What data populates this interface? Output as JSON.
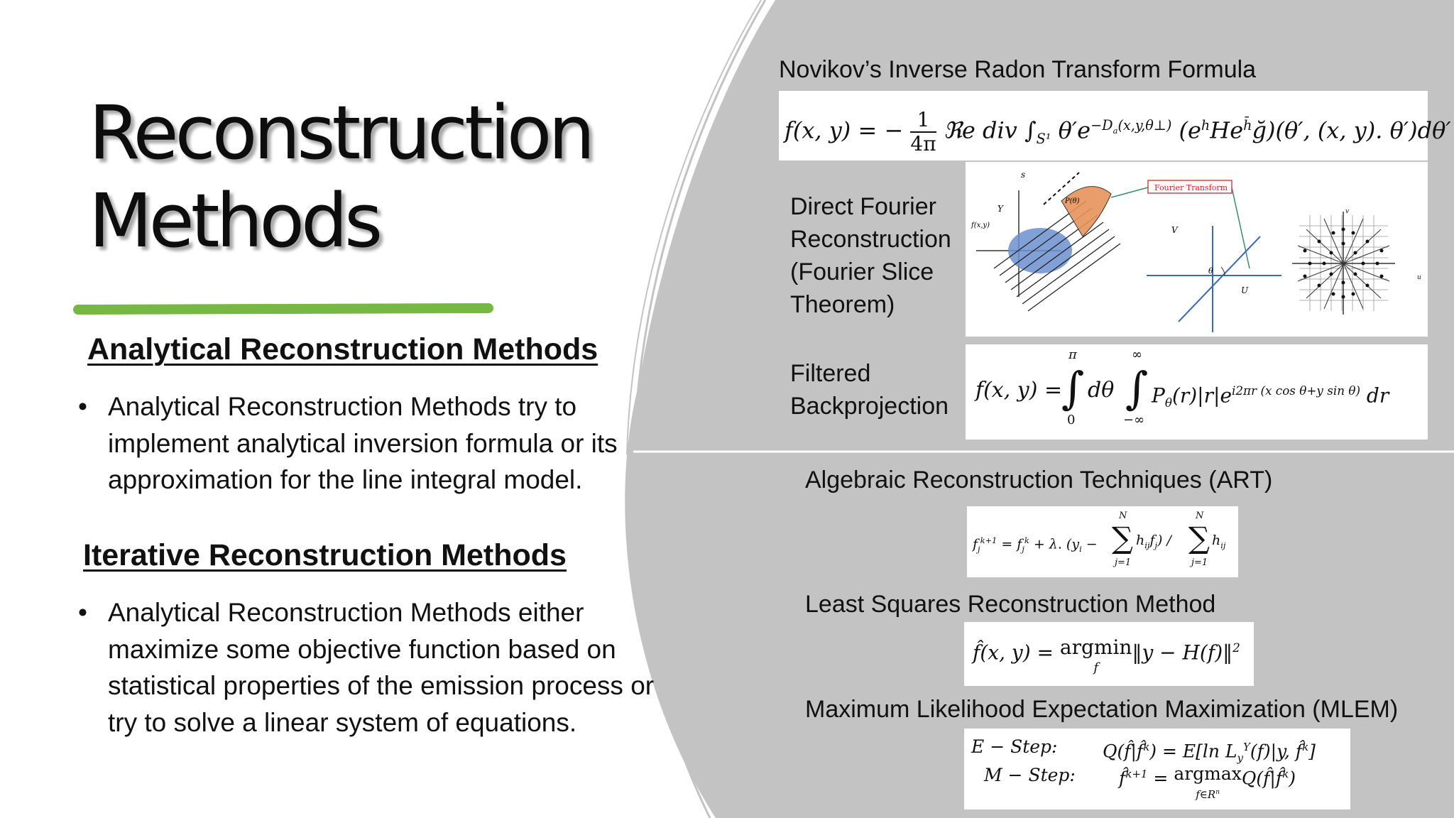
{
  "slide": {
    "title_lines": [
      "Reconstruction",
      "Methods"
    ],
    "accent_color": "#77b844",
    "panel_color": "#c3c3c3"
  },
  "analytical": {
    "heading": "Analytical Reconstruction Methods",
    "bullet": "Analytical Reconstruction Methods try to implement analytical inversion formula or its approximation for the line integral model."
  },
  "iterative": {
    "heading": "Iterative Reconstruction Methods",
    "bullet": "Analytical Reconstruction Methods either maximize some objective function based on statistical properties of the emission process or try to solve a linear system of equations."
  },
  "right": {
    "novikov": {
      "label": "Novikov’s Inverse Radon Transform Formula",
      "lhs": "f(x, y) = −",
      "frac_num": "1",
      "frac_den": "4π",
      "body": "ℜe div ∫",
      "sub": "S¹",
      "rest": "θ′e",
      "exp": "−D",
      "exp2": "a",
      "exp3": "(x,y,θ⊥)",
      "tail": "(e",
      "tail_sup": "h",
      "tail2": "He",
      "tail2_sup": "h̄",
      "tail3": "ğ)(θ′, (x, y). θ′)dθ′"
    },
    "fourier": {
      "label_lines": [
        "Direct Fourier",
        "Reconstruction",
        "(Fourier Slice",
        "Theorem)"
      ],
      "diagram": {
        "fourier_transform": "Fourier Transform",
        "s": "s",
        "y": "Y",
        "fxy": "f(x,y)",
        "pd": "P(θ)",
        "v": "V",
        "u_cap": "U",
        "theta": "θ",
        "v_small": "v",
        "u_small": "u"
      }
    },
    "fbp": {
      "label_lines": [
        "Filtered",
        "Backprojection"
      ],
      "lhs": "f(x, y) =",
      "int1_top": "π",
      "int1_bot": "0",
      "d_theta": "dθ",
      "int2_top": "∞",
      "int2_bot": "−∞",
      "integrand": "P",
      "integrand_sub": "θ",
      "integrand_rest": "(r)|r|e",
      "exp": "i2πr (x cos θ+y sin θ)",
      "dr": "dr"
    },
    "art": {
      "label": "Algebraic Reconstruction Techniques (ART)",
      "lhs": "f",
      "lhs_sub": "j",
      "lhs_sup": "k+1",
      "eq": "= f",
      "rhs_sub": "j",
      "rhs_sup": "k",
      "mid": "+ λ. (y",
      "mid_sub": "i",
      "minus": "−",
      "sum_top": "N",
      "sum_bot": "j=1",
      "term": "h",
      "term_sub": "ij",
      "term2": "f",
      "term2_sub": "j",
      "close": ") /",
      "sum2_top": "N",
      "sum2_bot": "j=1",
      "term3": "h",
      "term3_sub": "ij"
    },
    "least_squares": {
      "label": "Least Squares Reconstruction Method",
      "lhs": "f̂(x, y) =",
      "op": "argmin",
      "op_sub": "f",
      "rhs": "‖y − H(f)‖",
      "rhs_sup": "2"
    },
    "mlem": {
      "label": "Maximum Likelihood Expectation Maximization (MLEM)",
      "e_step": "E − Step:",
      "e_formula": "Q(f̂|f̂",
      "e_sup": "k",
      "e_formula2": ") = E[ln L",
      "e_L_sub": "y",
      "e_L_sup": "Y",
      "e_formula3": "(f)|y, f̂",
      "e_sup2": "k",
      "e_close": "]",
      "m_step": "M − Step:",
      "m_lhs": "f̂",
      "m_sup": "k+1",
      "m_eq": "=",
      "m_op": "argmax",
      "m_op_sub": "f∈R",
      "m_op_sub_sup": "n",
      "m_rhs": "Q(f̂|f̂",
      "m_rhs_sup": "k",
      "m_rhs_close": ")"
    }
  }
}
